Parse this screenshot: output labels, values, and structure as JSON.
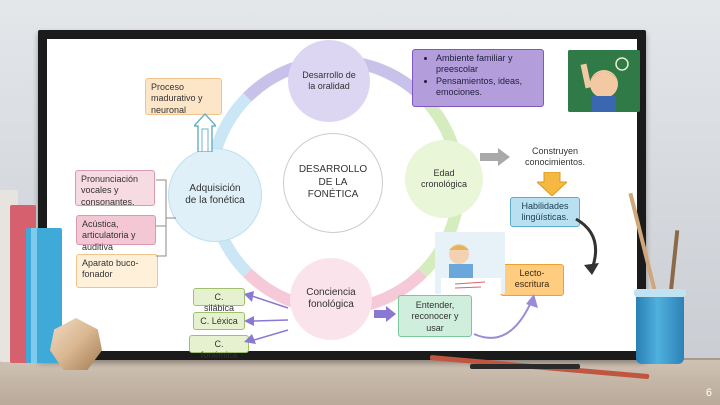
{
  "diagram": {
    "center": "DESARROLLO DE LA FONÉTICA",
    "top_circle": "Desarrollo de la oralidad",
    "left_circle": "Adquisición de la fonética",
    "bottom_circle": "Conciencia fonológica",
    "right_circle": "Edad cronológica",
    "proceso": "Proceso madurativo y neuronal",
    "pronunciacion": "Pronunciación vocales y consonantes.",
    "acustica": "Acústica, articulatoria y auditiva",
    "aparato": "Aparato buco-fonador",
    "ambiente_items": [
      "Ambiente familiar y preescolar",
      "Pensamientos, ideas, emociones."
    ],
    "construyen": "Construyen conocimientos.",
    "habilidades": "Habilidades lingüísticas.",
    "lecto": "Lecto-escritura",
    "entender": "Entender, reconocer y usar",
    "silabica": "C. silábica",
    "lexica": "C. Léxica",
    "fonemica": "C. fonémica"
  },
  "slide_number": "6",
  "colors": {
    "purple": "#b39ddb",
    "blue": "#b9e0f0",
    "orange": "#ffcc80",
    "board_frame": "#1b1b1b"
  },
  "icons": [
    "arrow-right-icon",
    "arrow-down-icon",
    "curved-arrow-icon",
    "double-arrow-up-icon",
    "arrow-left-icon"
  ]
}
